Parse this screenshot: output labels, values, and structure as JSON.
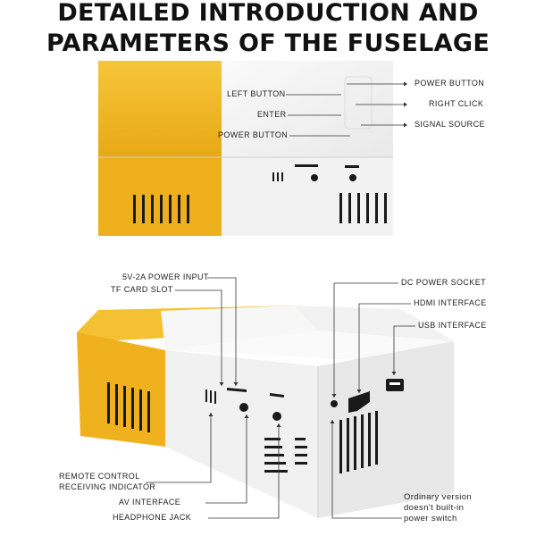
{
  "title": {
    "line1": "DETAILED INTRODUCTION AND",
    "line2": "PARAMETERS OF THE FUSELAGE"
  },
  "top_view": {
    "left_labels": {
      "left_button": "LEFT BUTTON",
      "enter": "ENTER",
      "power_button": "POWER BUTTON"
    },
    "right_labels": {
      "power_button": "POWER BUTTON",
      "right_click": "RIGHT CLICK",
      "signal_source": "SIGNAL SOURCE"
    }
  },
  "side_view": {
    "left_labels": {
      "power_input": "5V-2A POWER INPUT",
      "tf_card_slot": "TF CARD SLOT",
      "remote_control_line1": "REMOTE CONTROL",
      "remote_control_line2": "RECEIVING INDICATOR",
      "av_interface": "AV INTERFACE",
      "headphone_jack": "HEADPHONE JACK"
    },
    "right_labels": {
      "dc_power_socket": "DC POWER SOCKET",
      "hdmi_interface": "HDMI INTERFACE",
      "usb_interface": "USB INTERFACE",
      "note_line1": "Ordinary version",
      "note_line2": "doesn't built-in",
      "note_line3": "power switch"
    }
  },
  "colors": {
    "yellow": "#F2B824",
    "yellow_dark": "#D99A10",
    "white_body": "#F3F3F3",
    "white_shade": "#E2E2E2",
    "vent": "#1A1A1A",
    "line": "#333333"
  }
}
